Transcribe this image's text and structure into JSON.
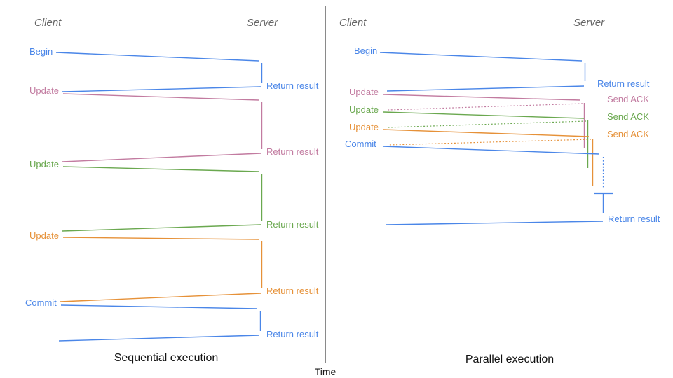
{
  "palette": {
    "blue": "#4a86e8",
    "pink": "#c27ba0",
    "green": "#6aa84f",
    "orange": "#e69138",
    "axis": "#3d3d3d",
    "header_gray": "#666666",
    "title_color": "#111111"
  },
  "time_axis": {
    "label": "Time"
  },
  "left_panel": {
    "title": "Sequential execution",
    "client_header": "Client",
    "server_header": "Server",
    "messages": [
      {
        "label": "Begin",
        "color": "blue",
        "response": "Return result"
      },
      {
        "label": "Update",
        "color": "pink",
        "response": "Return result"
      },
      {
        "label": "Update",
        "color": "green",
        "response": "Return result"
      },
      {
        "label": "Update",
        "color": "orange",
        "response": "Return result"
      },
      {
        "label": "Commit",
        "color": "blue",
        "response": "Return result"
      }
    ]
  },
  "right_panel": {
    "title": "Parallel execution",
    "client_header": "Client",
    "server_header": "Server",
    "messages": [
      {
        "label": "Begin",
        "color": "blue",
        "response": "Return result"
      },
      {
        "label": "Update",
        "color": "pink",
        "response": "Send ACK"
      },
      {
        "label": "Update",
        "color": "green",
        "response": "Send ACK"
      },
      {
        "label": "Update",
        "color": "orange",
        "response": "Send ACK"
      },
      {
        "label": "Commit",
        "color": "blue",
        "response": "Return result"
      }
    ]
  }
}
